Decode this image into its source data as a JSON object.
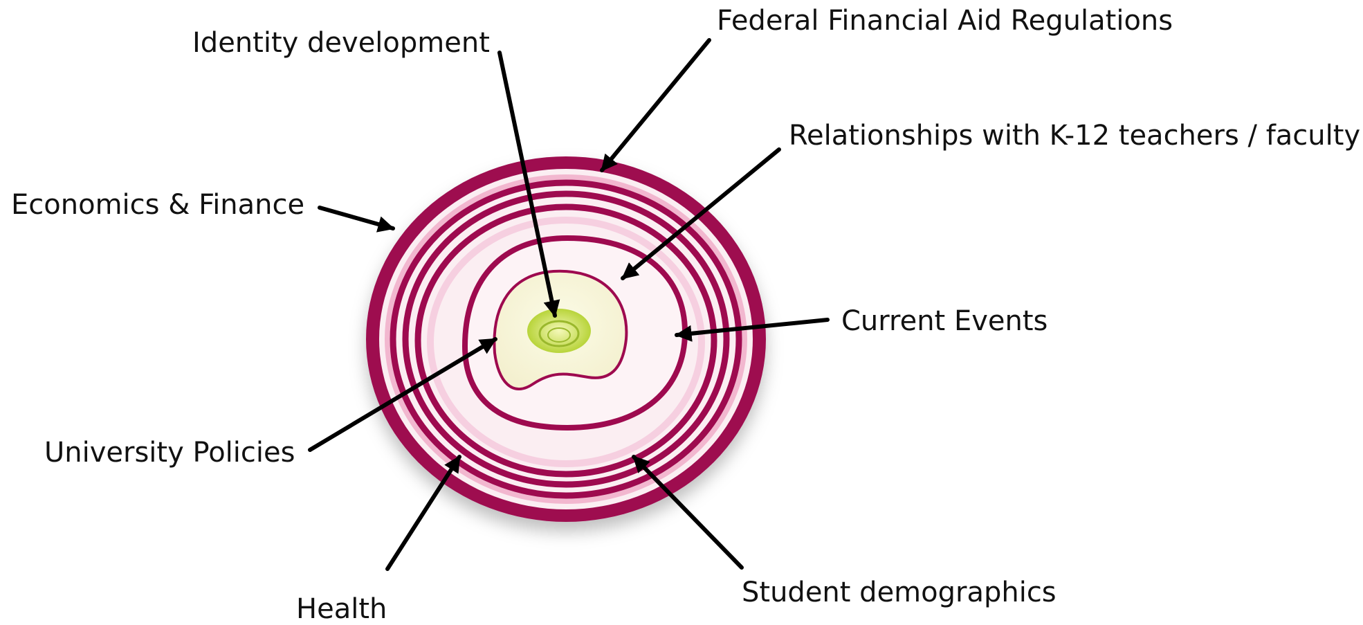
{
  "labels": {
    "federal_aid": "Federal Financial Aid Regulations",
    "identity": "Identity development",
    "relationships": "Relationships with K-12 teachers / faculty",
    "economics": "Economics & Finance",
    "current_events": "Current Events",
    "university_policies": "University Policies",
    "health": "Health",
    "demographics": "Student demographics"
  },
  "colors": {
    "ring": "#9e0a4f",
    "ring_light": "#f2b7cf",
    "flesh": "#fbeef2",
    "core": "#f3f5c8",
    "center": "#c9de4a",
    "arrow": "#000000"
  }
}
